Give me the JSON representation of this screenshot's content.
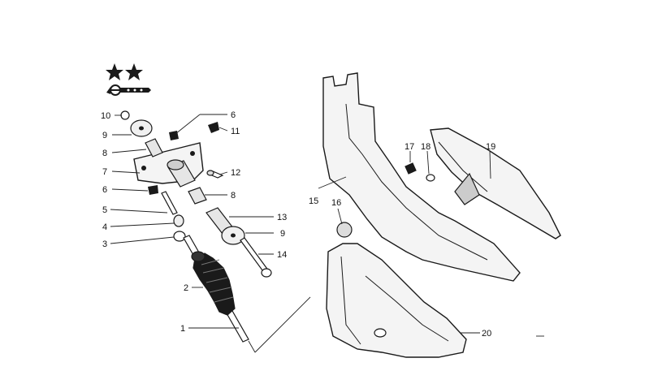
{
  "callouts": [
    {
      "id": "10",
      "text": "10"
    },
    {
      "id": "9a",
      "text": "9"
    },
    {
      "id": "8a",
      "text": "8"
    },
    {
      "id": "7",
      "text": "7"
    },
    {
      "id": "6a",
      "text": "6"
    },
    {
      "id": "5",
      "text": "5"
    },
    {
      "id": "4",
      "text": "4"
    },
    {
      "id": "3",
      "text": "3"
    },
    {
      "id": "2",
      "text": "2"
    },
    {
      "id": "1",
      "text": "1"
    },
    {
      "id": "6b",
      "text": "6"
    },
    {
      "id": "11",
      "text": "11"
    },
    {
      "id": "12",
      "text": "12"
    },
    {
      "id": "8b",
      "text": "8"
    },
    {
      "id": "13",
      "text": "13"
    },
    {
      "id": "9b",
      "text": "9"
    },
    {
      "id": "14",
      "text": "14"
    },
    {
      "id": "15",
      "text": "15"
    },
    {
      "id": "16",
      "text": "16"
    },
    {
      "id": "17",
      "text": "17"
    },
    {
      "id": "18",
      "text": "18"
    },
    {
      "id": "19",
      "text": "19"
    },
    {
      "id": "20",
      "text": "20"
    }
  ],
  "symbols": [
    "star-icon",
    "star-icon",
    "steering-column-icon"
  ]
}
